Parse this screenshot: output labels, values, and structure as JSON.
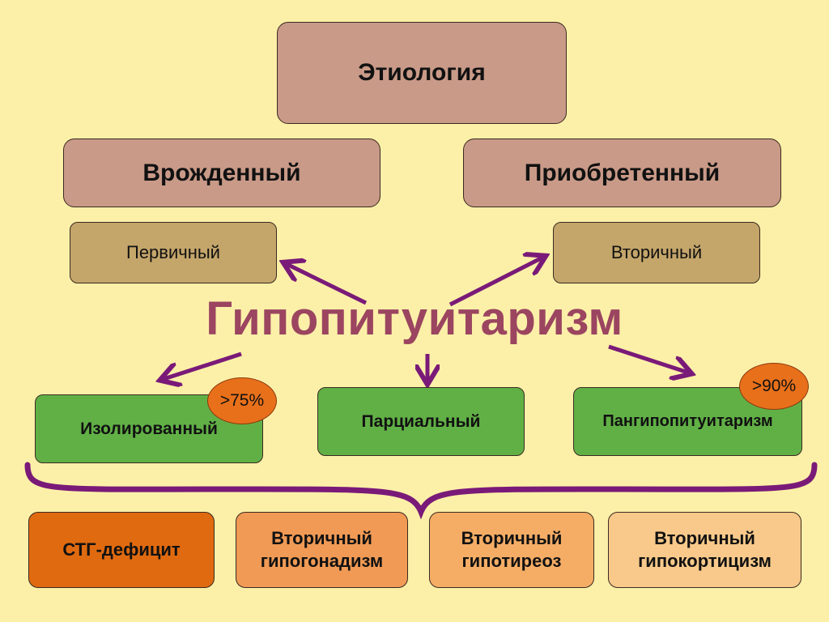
{
  "top": {
    "etiology": "Этиология"
  },
  "origin": {
    "congenital": "Врожденный",
    "acquired": "Приобретенный"
  },
  "level": {
    "primary": "Первичный",
    "secondary": "Вторичный"
  },
  "title": "Гипопитуитаризм",
  "forms": {
    "isolated": "Изолированный",
    "partial": "Парциальный",
    "panhypo": "Пангипопитуитаризм",
    "isolated_badge": ">75%",
    "panhypo_badge": ">90%"
  },
  "deficits": [
    {
      "line1": "СТГ-дефицит",
      "line2": ""
    },
    {
      "line1": "Вторичный",
      "line2": "гипогонадизм"
    },
    {
      "line1": "Вторичный",
      "line2": "гипотиреоз"
    },
    {
      "line1": "Вторичный",
      "line2": "гипокортицизм"
    }
  ],
  "colors": {
    "background": "#fcf0a8",
    "category": "#c99a88",
    "level": "#c4a56a",
    "form": "#61b046",
    "arrow": "#7a1a78",
    "title": "#9b4560",
    "deficit_1": "#e06a10",
    "deficit_2": "#f09a55",
    "deficit_3": "#f5ad66",
    "deficit_4": "#f8c98a"
  }
}
